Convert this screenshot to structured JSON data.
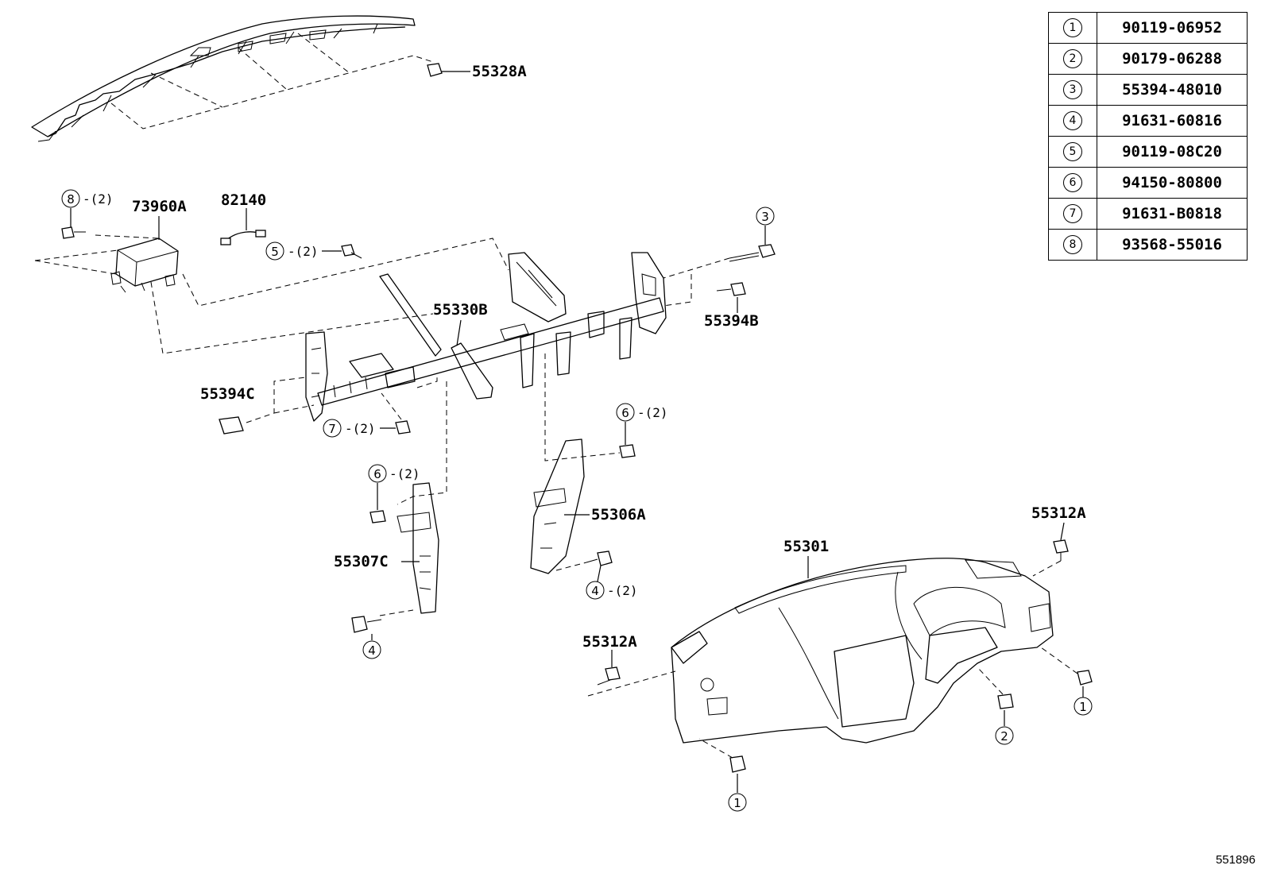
{
  "legend": [
    {
      "key": "1",
      "part": "90119-06952"
    },
    {
      "key": "2",
      "part": "90179-06288"
    },
    {
      "key": "3",
      "part": "55394-48010"
    },
    {
      "key": "4",
      "part": "91631-60816"
    },
    {
      "key": "5",
      "part": "90119-08C20"
    },
    {
      "key": "6",
      "part": "94150-80800"
    },
    {
      "key": "7",
      "part": "91631-B0818"
    },
    {
      "key": "8",
      "part": "93568-55016"
    }
  ],
  "labels": {
    "p55328A": "55328A",
    "p73960A": "73960A",
    "p82140": "82140",
    "p55330B": "55330B",
    "p55394B": "55394B",
    "p55394C": "55394C",
    "p55306A": "55306A",
    "p55307C": "55307C",
    "p55301": "55301",
    "p55312A_right": "55312A",
    "p55312A_left": "55312A"
  },
  "callouts": {
    "c8": {
      "num": "8",
      "qty": "-(2)"
    },
    "c5": {
      "num": "5",
      "qty": "-(2)"
    },
    "c3": {
      "num": "3"
    },
    "c7": {
      "num": "7",
      "qty": "-(2)"
    },
    "c6a": {
      "num": "6",
      "qty": "-(2)"
    },
    "c6b": {
      "num": "6",
      "qty": "-(2)"
    },
    "c4a": {
      "num": "4",
      "qty": "-(2)"
    },
    "c4b": {
      "num": "4"
    },
    "c1a": {
      "num": "1"
    },
    "c1b": {
      "num": "1"
    },
    "c2": {
      "num": "2"
    }
  },
  "catalog_number": "551896"
}
